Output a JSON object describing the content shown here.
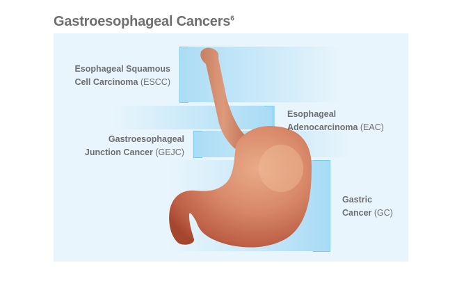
{
  "title": "Gastroesophageal Cancers",
  "title_superscript": "6",
  "regions": {
    "escc": {
      "line1": "Esophageal Squamous",
      "line2": "Cell Carcinoma",
      "abbr": "(ESCC)"
    },
    "eac": {
      "line1": "Esophageal",
      "line2": "Adenocarcinoma",
      "abbr": "(EAC)"
    },
    "gejc": {
      "line1": "Gastroesophageal",
      "line2": "Junction Cancer",
      "abbr": "(GEJC)"
    },
    "gc": {
      "line1": "Gastric",
      "line2": "Cancer",
      "abbr": "(GC)"
    }
  },
  "colors": {
    "title": "#6d6e71",
    "label": "#6d6e71",
    "panel": "#e9f5fc",
    "band": "#b9e3f6",
    "bracket": "#7ccbef",
    "organ_light": "#e9ab88",
    "organ_dark": "#a5462f"
  }
}
